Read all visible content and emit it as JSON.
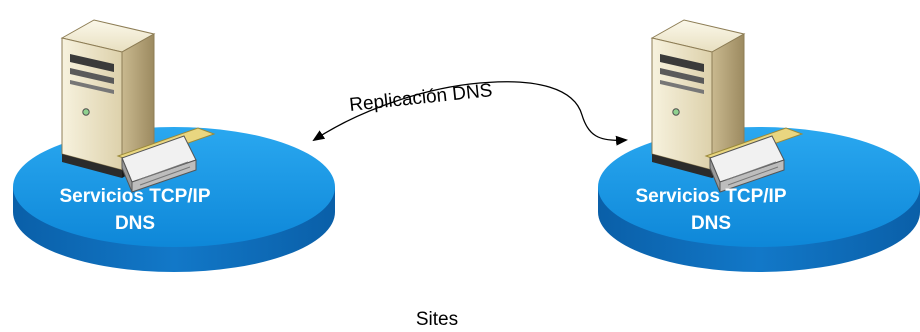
{
  "sites": [
    {
      "service_line1": "Servicios TCP/IP",
      "service_line2": "DNS"
    },
    {
      "service_line1": "Servicios TCP/IP",
      "service_line2": "DNS"
    }
  ],
  "replication_label": "Replicación DNS",
  "caption": "Sites",
  "colors": {
    "disk_top": "#1a9ce8",
    "disk_side": "#0d6fbf",
    "server_body": "#efe8cf",
    "server_shadow": "#b5a47c",
    "server_dark": "#2b2b2b",
    "arrow": "#000000"
  },
  "icons": [
    "server-tower-icon",
    "network-card-icon",
    "site-disk"
  ]
}
